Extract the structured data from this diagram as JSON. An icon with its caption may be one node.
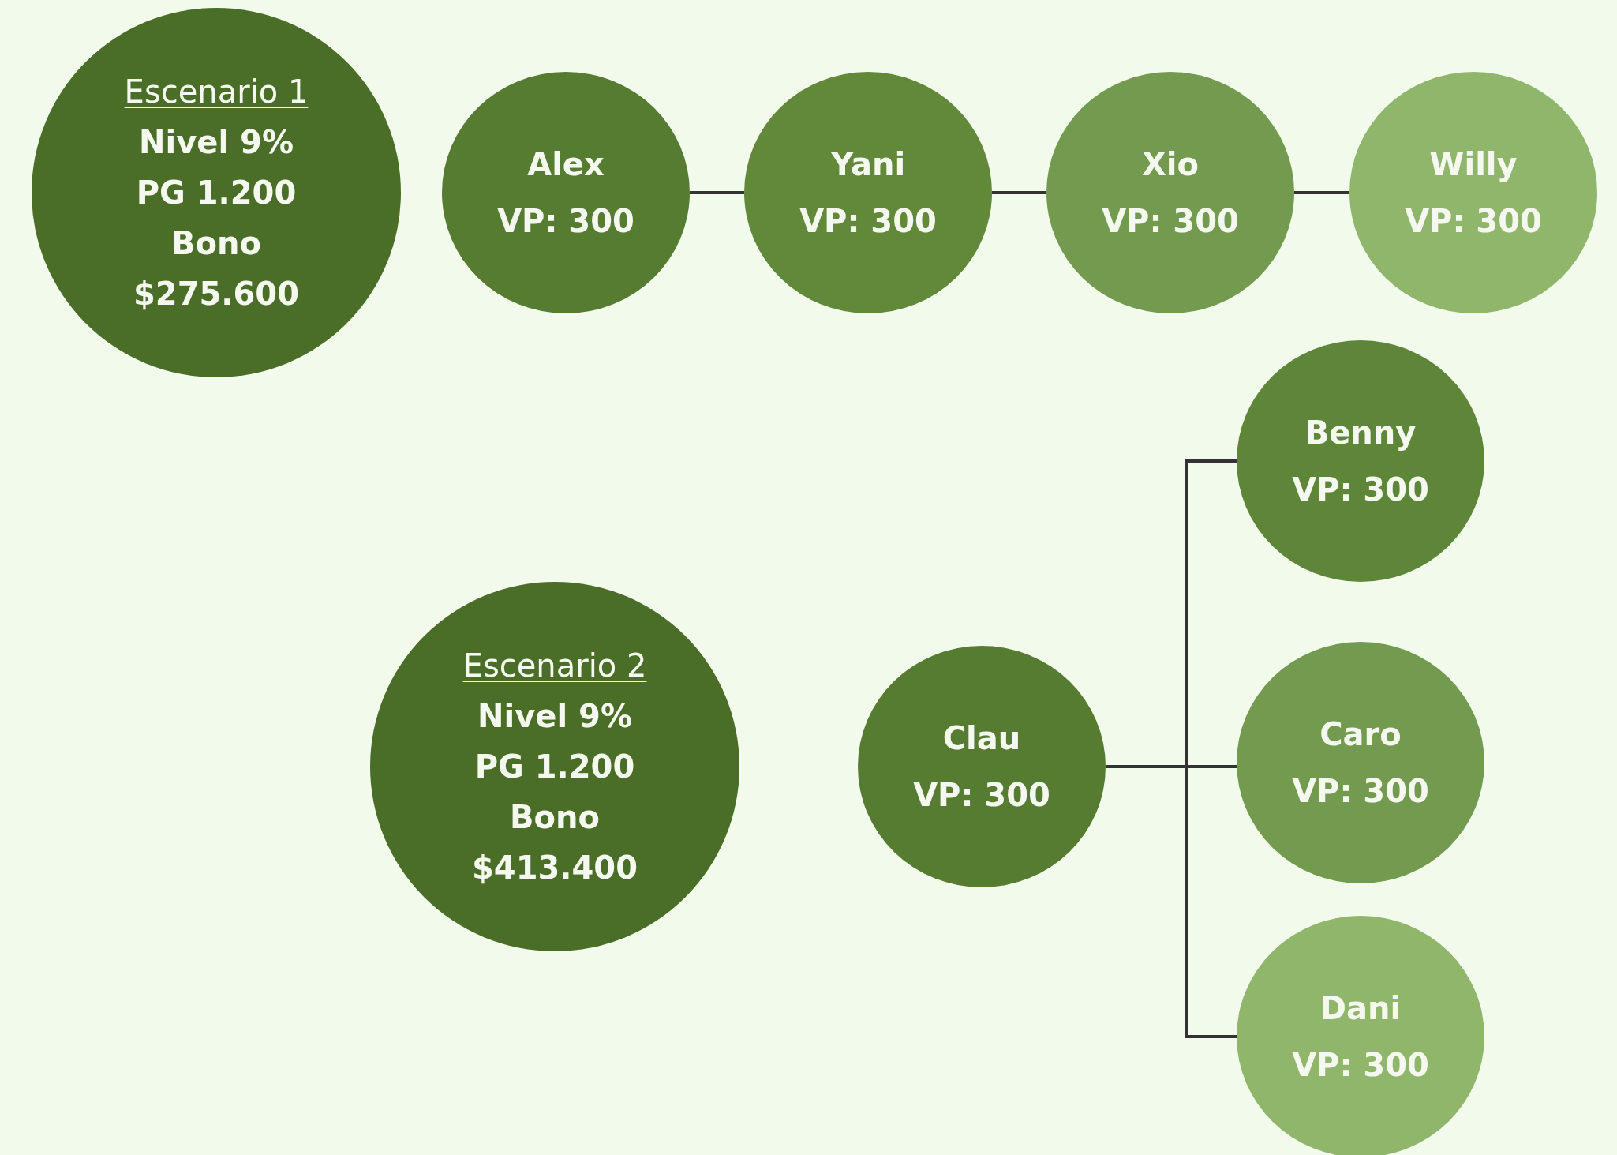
{
  "diagram": {
    "nodes": [
      {
        "text": [
          "Escenario 1",
          "Nivel 9%",
          "PG 1.200",
          "Bono",
          "$275.600"
        ]
      },
      {
        "text": [
          "Alex",
          "VP: 300"
        ]
      },
      {
        "text": [
          "Yani",
          "VP: 300"
        ]
      },
      {
        "text": [
          "Xio",
          "VP: 300"
        ]
      },
      {
        "text": [
          "Willy",
          "VP: 300"
        ]
      },
      {
        "text": [
          "Benny",
          "VP: 300"
        ]
      },
      {
        "text": [
          "Escenario 2",
          "Nivel 9%",
          "PG 1.200",
          "Bono",
          "$413.400"
        ]
      },
      {
        "text": [
          "Clau",
          "VP: 300"
        ]
      },
      {
        "text": [
          "Caro",
          "VP: 300"
        ]
      },
      {
        "text": [
          "Dani",
          "VP: 300"
        ]
      }
    ],
    "edges": [
      {
        "from": 1,
        "to": 2,
        "arrow": "none"
      },
      {
        "from": 2,
        "to": 3,
        "arrow": "none"
      },
      {
        "from": 3,
        "to": 4,
        "arrow": "none"
      },
      {
        "from": 7,
        "to": 5,
        "arrow": "none"
      },
      {
        "from": 7,
        "to": 8,
        "arrow": "none"
      },
      {
        "from": 7,
        "to": 9,
        "arrow": "none"
      }
    ]
  }
}
